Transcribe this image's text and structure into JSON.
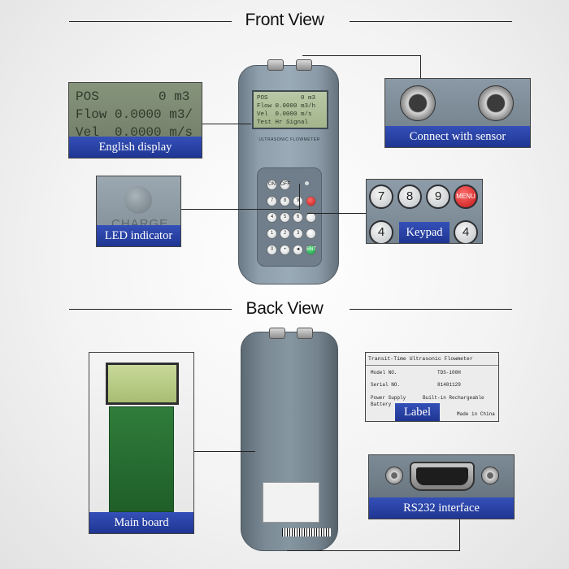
{
  "sections": {
    "front_title": "Front View",
    "back_title": "Back View"
  },
  "callouts": {
    "english_display": "English display",
    "connect_sensor": "Connect with sensor",
    "led_indicator": "LED indicator",
    "keypad": "Keypad",
    "main_board": "Main board",
    "label": "Label",
    "rs232": "RS232 interface"
  },
  "display_zoom": {
    "line1_left": "POS",
    "line1_right": "0 m3",
    "line2": "Flow 0.0000 m3/",
    "line3": "Vel  0.0000 m/s"
  },
  "device_screen": {
    "line1": "POS         0 m3",
    "line2": "Flow 0.0000 m3/h",
    "line3": "Vel  0.0000 m/s",
    "line4": "Test Hr Signal"
  },
  "device_brand": "ULTRASONIC  FLOWMETER",
  "led_text": "CHARGE",
  "keypad_zoom": {
    "row1": [
      "7",
      "8",
      "9"
    ],
    "menu": "MENU",
    "row2_first": "4",
    "row2_last": "4"
  },
  "device_keys": {
    "row1": [
      "ON",
      "OFF"
    ],
    "row2": [
      "7",
      "8",
      "9"
    ],
    "row3": [
      "4",
      "5",
      "6"
    ],
    "row4": [
      "1",
      "2",
      "3"
    ],
    "row5": [
      "0",
      "•",
      "◄"
    ],
    "enter": "ENT"
  },
  "label_zoom": {
    "title": "Transit-Time Ultrasonic Flowmeter",
    "model_key": "Model NO.",
    "model_val": "TDS-100H",
    "serial_key": "Serial NO.",
    "serial_val": "81401129",
    "power_key": "Power Supply",
    "power_val": "Built-in Rechargeable",
    "battery": "Battery",
    "made_in": "Made in China"
  },
  "colors": {
    "caption_bg": "#2a42a6",
    "device_body": "#8fa0ac"
  }
}
